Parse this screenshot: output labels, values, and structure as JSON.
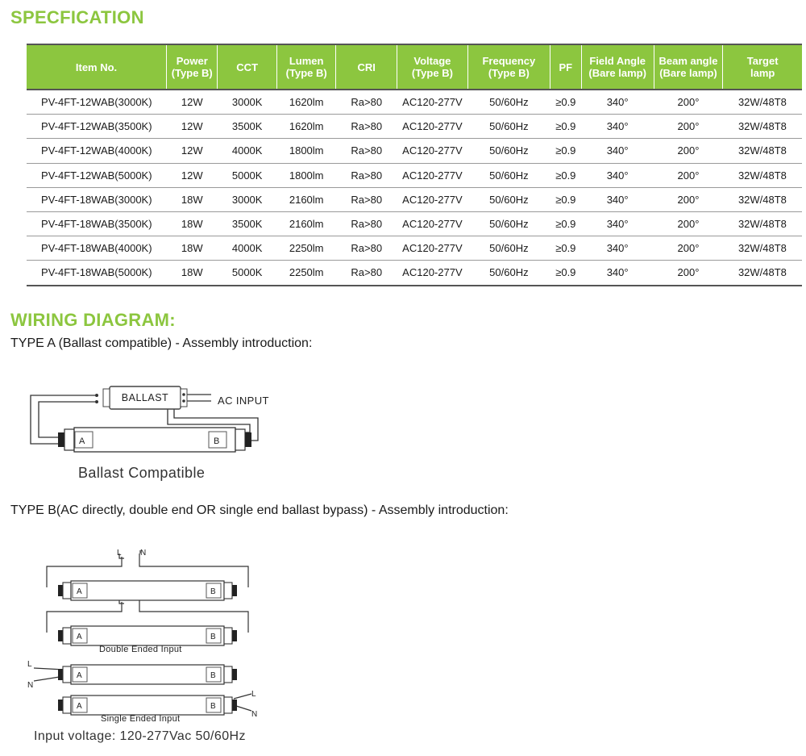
{
  "spec_title": "SPECFICATION",
  "table": {
    "headers": [
      [
        "Item No.",
        ""
      ],
      [
        "Power",
        "(Type B)"
      ],
      [
        "CCT",
        ""
      ],
      [
        "Lumen",
        "(Type B)"
      ],
      [
        "CRI",
        ""
      ],
      [
        "Voltage",
        "(Type B)"
      ],
      [
        "Frequency",
        "(Type B)"
      ],
      [
        "PF",
        ""
      ],
      [
        "Field Angle",
        "(Bare lamp)"
      ],
      [
        "Beam angle",
        "(Bare lamp)"
      ],
      [
        "Target",
        "lamp"
      ]
    ],
    "rows": [
      [
        "PV-4FT-12WAB(3000K)",
        "12W",
        "3000K",
        "1620lm",
        "Ra>80",
        "AC120-277V",
        "50/60Hz",
        "≥0.9",
        "340°",
        "200°",
        "32W/48T8"
      ],
      [
        "PV-4FT-12WAB(3500K)",
        "12W",
        "3500K",
        "1620lm",
        "Ra>80",
        "AC120-277V",
        "50/60Hz",
        "≥0.9",
        "340°",
        "200°",
        "32W/48T8"
      ],
      [
        "PV-4FT-12WAB(4000K)",
        "12W",
        "4000K",
        "1800lm",
        "Ra>80",
        "AC120-277V",
        "50/60Hz",
        "≥0.9",
        "340°",
        "200°",
        "32W/48T8"
      ],
      [
        "PV-4FT-12WAB(5000K)",
        "12W",
        "5000K",
        "1800lm",
        "Ra>80",
        "AC120-277V",
        "50/60Hz",
        "≥0.9",
        "340°",
        "200°",
        "32W/48T8"
      ],
      [
        "PV-4FT-18WAB(3000K)",
        "18W",
        "3000K",
        "2160lm",
        "Ra>80",
        "AC120-277V",
        "50/60Hz",
        "≥0.9",
        "340°",
        "200°",
        "32W/48T8"
      ],
      [
        "PV-4FT-18WAB(3500K)",
        "18W",
        "3500K",
        "2160lm",
        "Ra>80",
        "AC120-277V",
        "50/60Hz",
        "≥0.9",
        "340°",
        "200°",
        "32W/48T8"
      ],
      [
        "PV-4FT-18WAB(4000K)",
        "18W",
        "4000K",
        "2250lm",
        "Ra>80",
        "AC120-277V",
        "50/60Hz",
        "≥0.9",
        "340°",
        "200°",
        "32W/48T8"
      ],
      [
        "PV-4FT-18WAB(5000K)",
        "18W",
        "5000K",
        "2250lm",
        "Ra>80",
        "AC120-277V",
        "50/60Hz",
        "≥0.9",
        "340°",
        "200°",
        "32W/48T8"
      ]
    ]
  },
  "wiring_title": "WIRING DIAGRAM:",
  "type_a_text": "TYPE A (Ballast compatible) - Assembly introduction:",
  "type_b_text": "TYPE B(AC directly, double end OR single end ballast bypass) - Assembly introduction:",
  "diagram_a": {
    "ballast_label": "BALLAST",
    "ac_input_label": "AC INPUT",
    "end_a": "A",
    "end_b": "B",
    "caption": "Ballast Compatible"
  },
  "diagram_b": {
    "line_label": "L",
    "neutral_label": "N",
    "end_a": "A",
    "end_b": "B",
    "double_caption": "Double Ended Input",
    "single_caption": "Single Ended Input",
    "voltage_caption": "Input voltage: 120-277Vac 50/60Hz"
  },
  "colors": {
    "accent": "#8cc63f",
    "text": "#1a1a1a",
    "rule": "#555555"
  }
}
